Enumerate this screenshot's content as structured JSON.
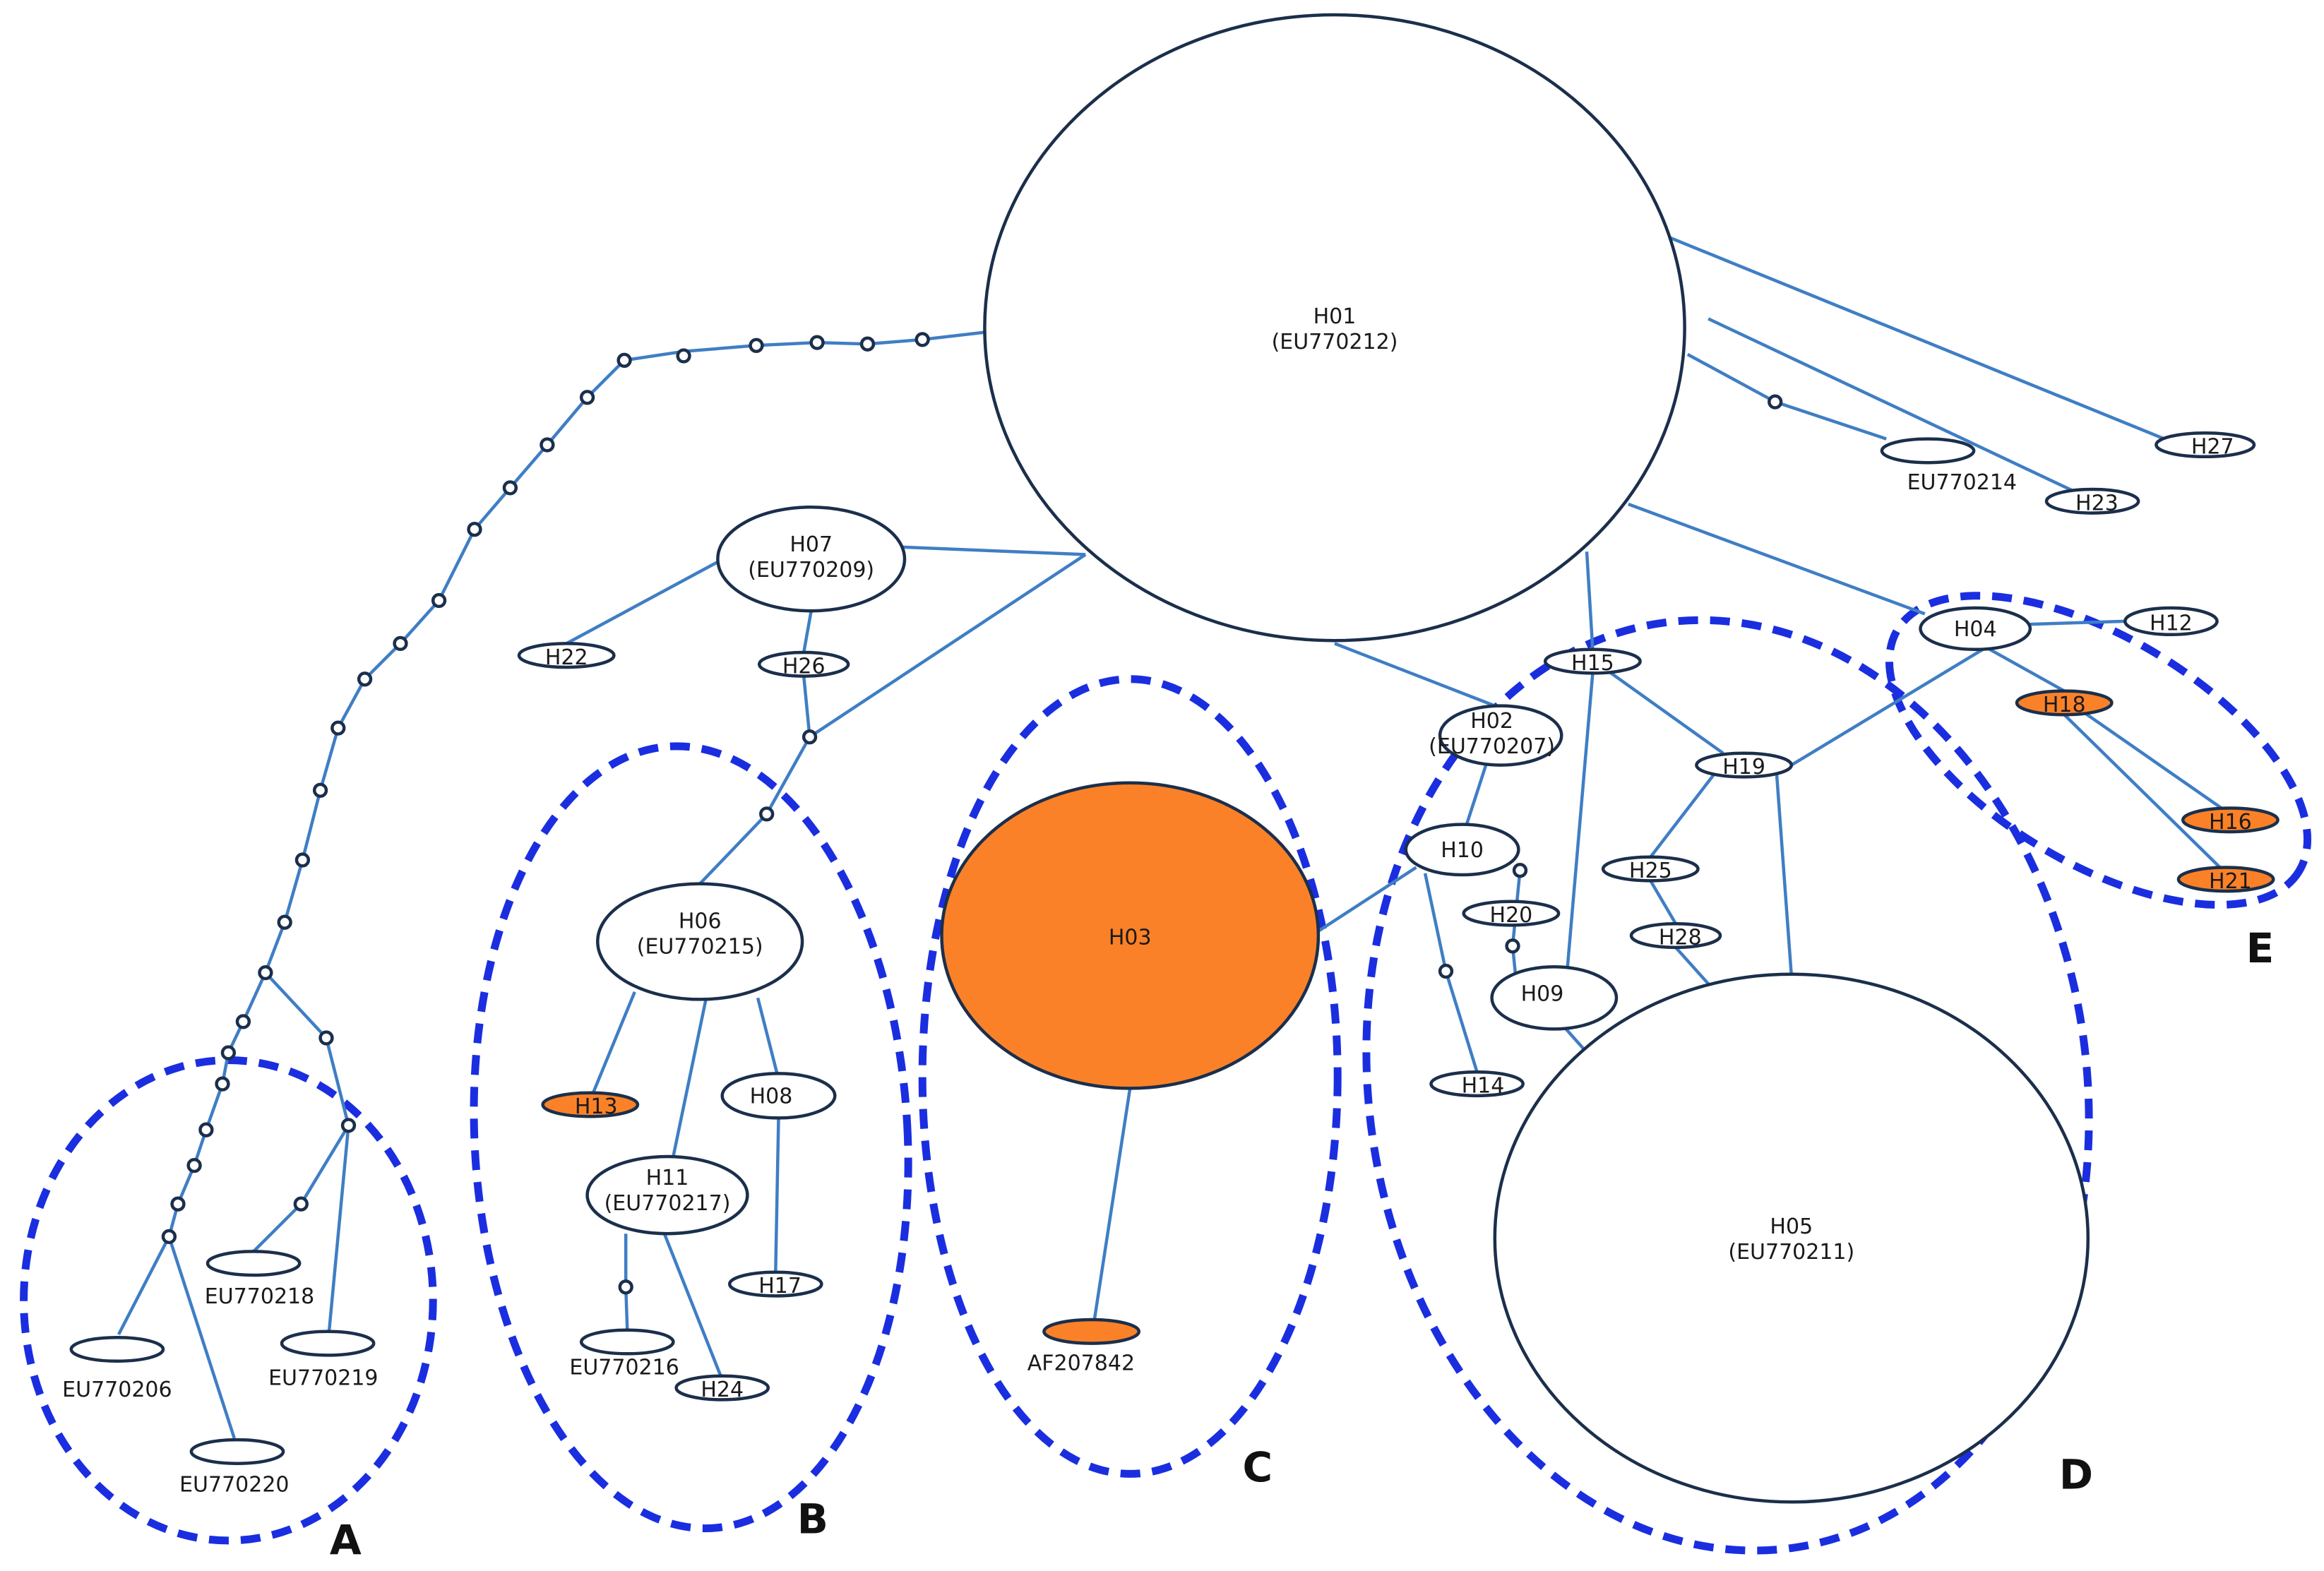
{
  "network": {
    "nodes": [
      {
        "id": "H01",
        "lines": [
          "H01",
          "(EU770212)"
        ],
        "fill": "white"
      },
      {
        "id": "H02",
        "lines": [
          "H02",
          "(EU770207)"
        ],
        "fill": "white"
      },
      {
        "id": "H03",
        "lines": [
          "H03"
        ],
        "fill": "orange"
      },
      {
        "id": "H04",
        "lines": [
          "H04"
        ],
        "fill": "white"
      },
      {
        "id": "H05",
        "lines": [
          "H05",
          "(EU770211)"
        ],
        "fill": "white"
      },
      {
        "id": "H06",
        "lines": [
          "H06",
          "(EU770215)"
        ],
        "fill": "white"
      },
      {
        "id": "H07",
        "lines": [
          "H07",
          "(EU770209)"
        ],
        "fill": "white"
      },
      {
        "id": "H08",
        "lines": [
          "H08"
        ],
        "fill": "white"
      },
      {
        "id": "H09",
        "lines": [
          "H09"
        ],
        "fill": "white"
      },
      {
        "id": "H10",
        "lines": [
          "H10"
        ],
        "fill": "white"
      },
      {
        "id": "H11",
        "lines": [
          "H11",
          "(EU770217)"
        ],
        "fill": "white"
      },
      {
        "id": "H12",
        "lines": [
          "H12"
        ],
        "fill": "white"
      },
      {
        "id": "H13",
        "lines": [
          "H13"
        ],
        "fill": "orange"
      },
      {
        "id": "H14",
        "lines": [
          "H14"
        ],
        "fill": "white"
      },
      {
        "id": "H15",
        "lines": [
          "H15"
        ],
        "fill": "white"
      },
      {
        "id": "H16",
        "lines": [
          "H16"
        ],
        "fill": "orange"
      },
      {
        "id": "H17",
        "lines": [
          "H17"
        ],
        "fill": "white"
      },
      {
        "id": "H18",
        "lines": [
          "H18"
        ],
        "fill": "orange"
      },
      {
        "id": "H19",
        "lines": [
          "H19"
        ],
        "fill": "white"
      },
      {
        "id": "H20",
        "lines": [
          "H20"
        ],
        "fill": "white"
      },
      {
        "id": "H21",
        "lines": [
          "H21"
        ],
        "fill": "orange"
      },
      {
        "id": "H22",
        "lines": [
          "H22"
        ],
        "fill": "white"
      },
      {
        "id": "H23",
        "lines": [
          "H23"
        ],
        "fill": "white"
      },
      {
        "id": "H24",
        "lines": [
          "H24"
        ],
        "fill": "white"
      },
      {
        "id": "H25",
        "lines": [
          "H25"
        ],
        "fill": "white"
      },
      {
        "id": "H26",
        "lines": [
          "H26"
        ],
        "fill": "white"
      },
      {
        "id": "H27",
        "lines": [
          "H27"
        ],
        "fill": "white"
      },
      {
        "id": "H28",
        "lines": [
          "H28"
        ],
        "fill": "white"
      },
      {
        "id": "EU770214",
        "lines": [
          "EU770214"
        ],
        "fill": "white"
      },
      {
        "id": "EU770206",
        "lines": [
          "EU770206"
        ],
        "fill": "white"
      },
      {
        "id": "EU770218",
        "lines": [
          "EU770218"
        ],
        "fill": "white"
      },
      {
        "id": "EU770219",
        "lines": [
          "EU770219"
        ],
        "fill": "white"
      },
      {
        "id": "EU770220",
        "lines": [
          "EU770220"
        ],
        "fill": "white"
      },
      {
        "id": "EU770216",
        "lines": [
          "EU770216"
        ],
        "fill": "white"
      },
      {
        "id": "AF207842",
        "lines": [
          "AF207842"
        ],
        "fill": "orange"
      }
    ],
    "groups": [
      {
        "id": "A",
        "label": "A"
      },
      {
        "id": "B",
        "label": "B"
      },
      {
        "id": "C",
        "label": "C"
      },
      {
        "id": "D",
        "label": "D"
      },
      {
        "id": "E",
        "label": "E"
      }
    ],
    "colors": {
      "edge": "#3f7ec4",
      "node_outline": "#1b2f4b",
      "haplotype_highlight": "#fb8128",
      "group_outline": "#1a2ee0"
    }
  }
}
